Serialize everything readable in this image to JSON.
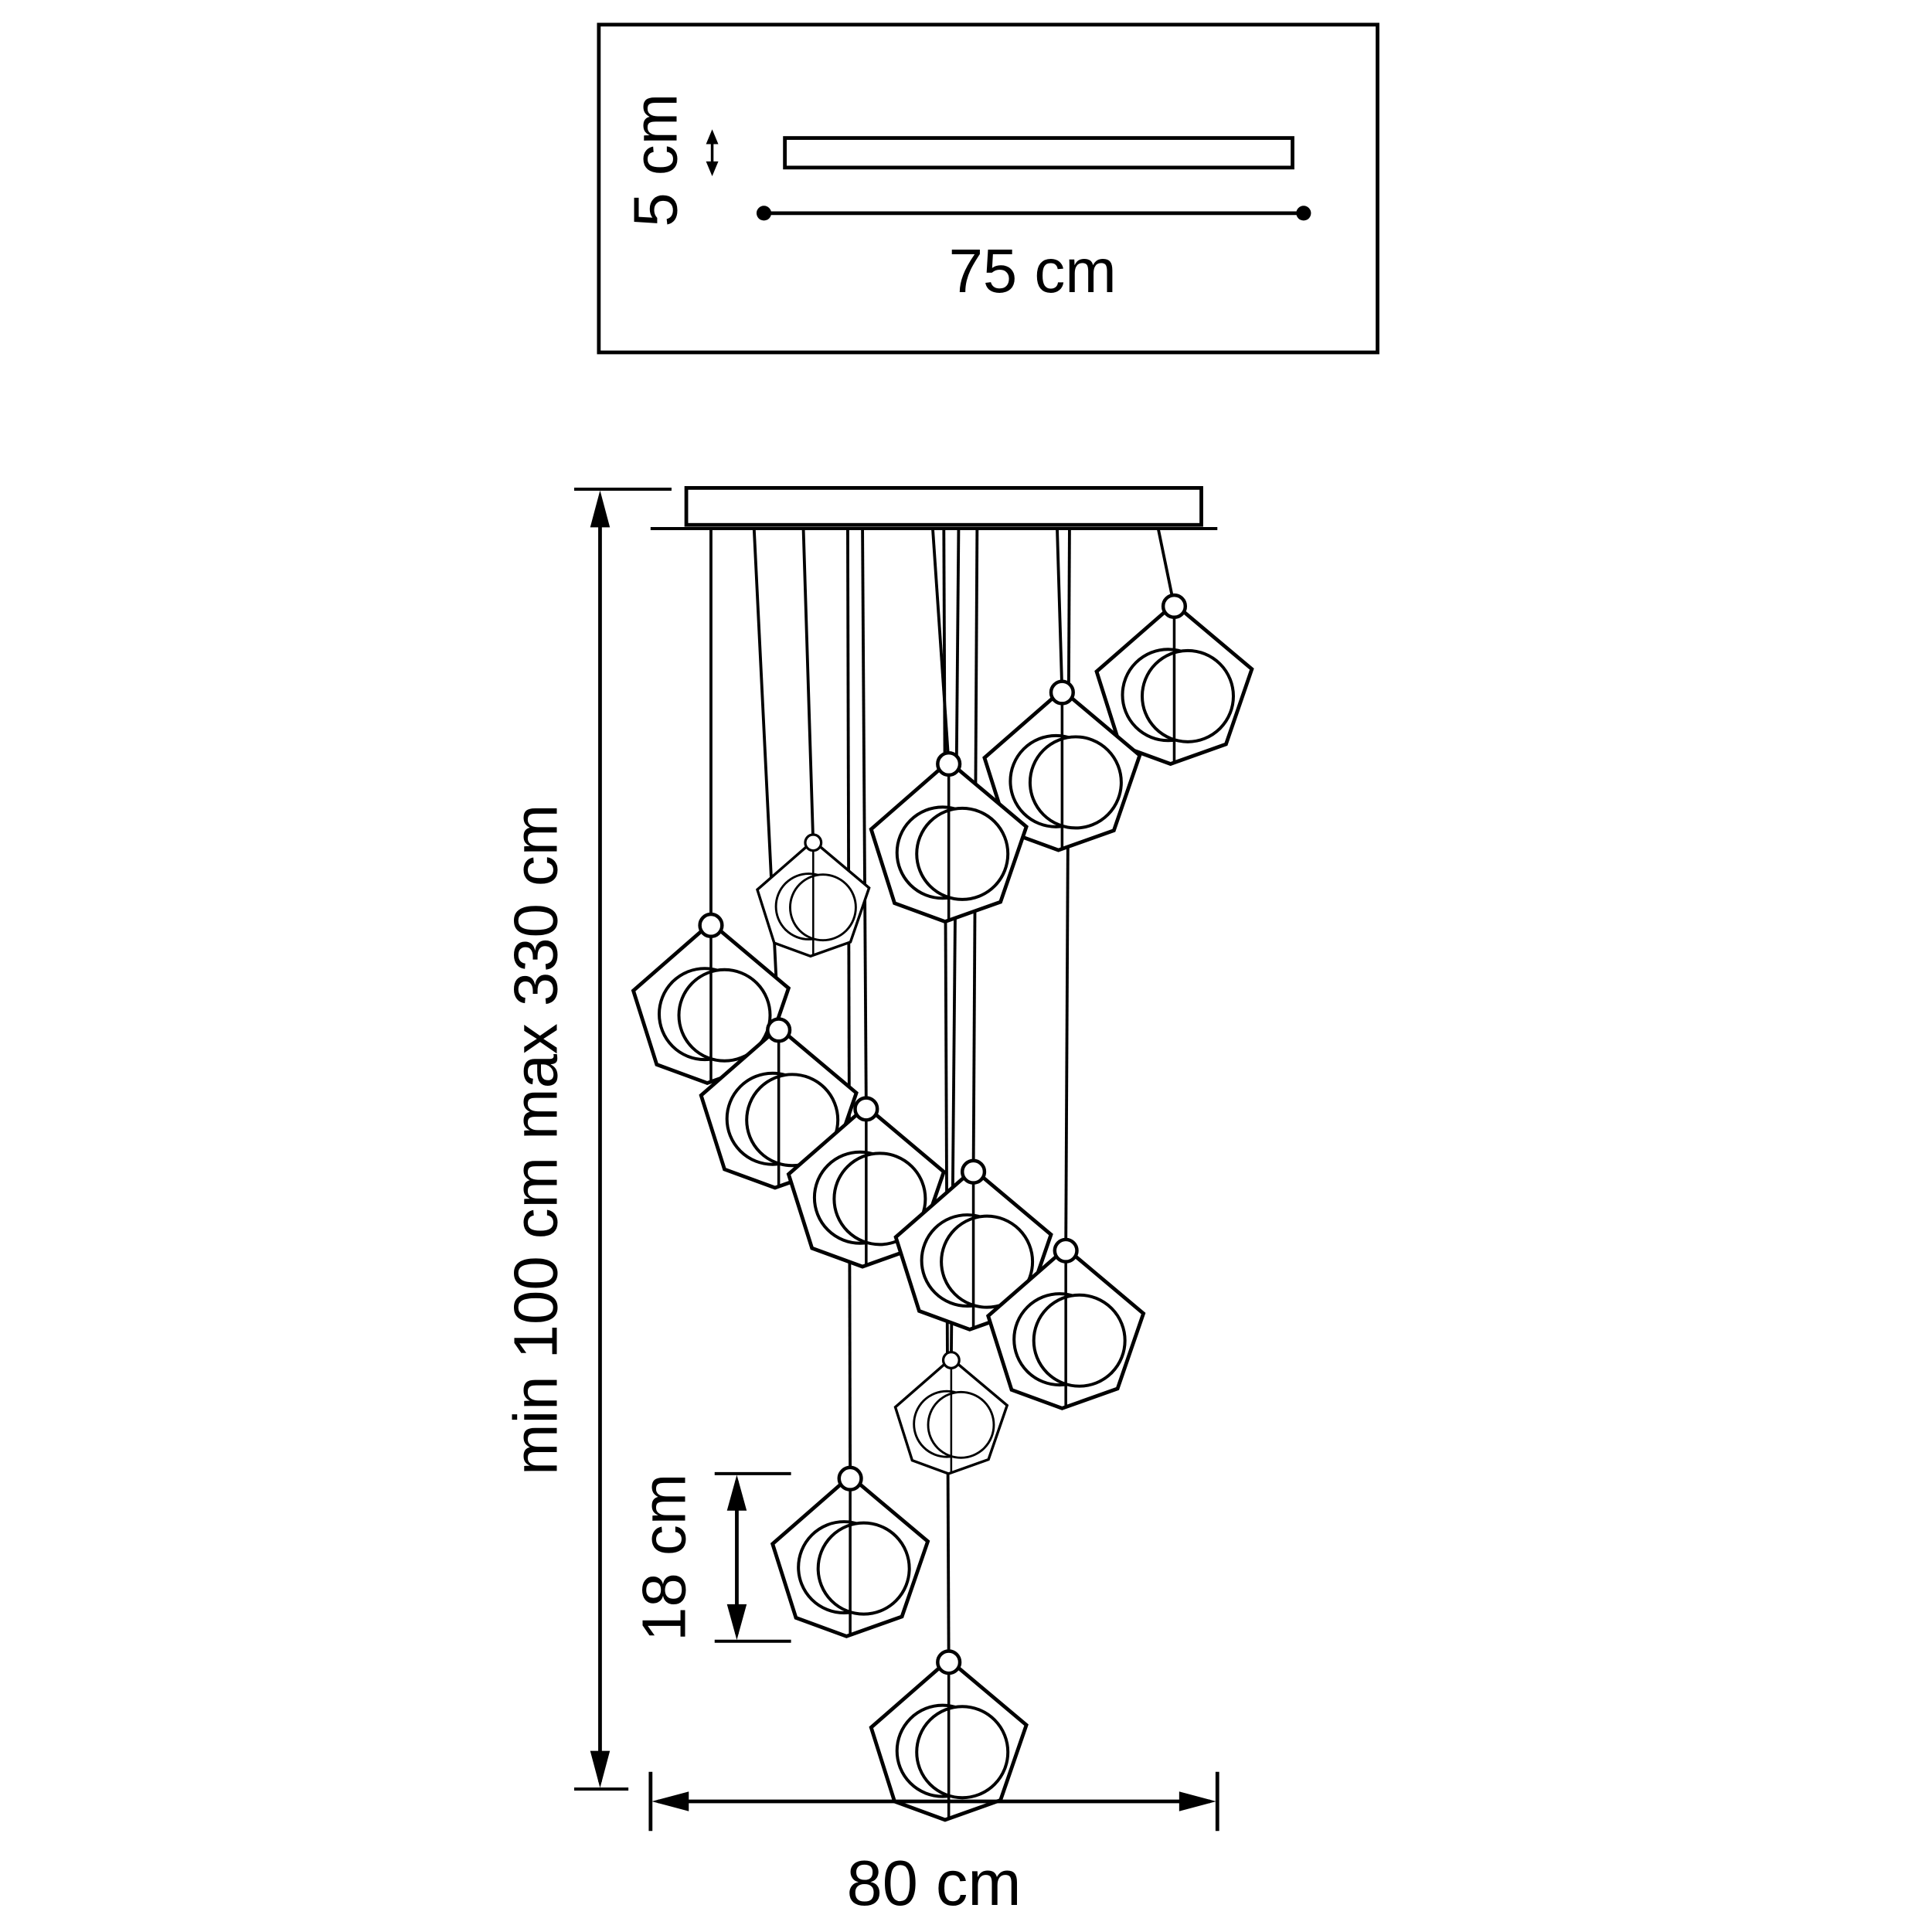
{
  "diagram": {
    "kind": "pendant-chandelier-dimension-drawing",
    "pendant_count": 12,
    "line_color": "#000000",
    "background_color": "#ffffff",
    "plate_detail": {
      "height_label": "5 cm",
      "width_label": "75 cm"
    },
    "front_view": {
      "overall_height_label": "min 100 cm max 330 cm",
      "shade_height_label": "18 cm",
      "base_width_label": "80 cm"
    }
  }
}
